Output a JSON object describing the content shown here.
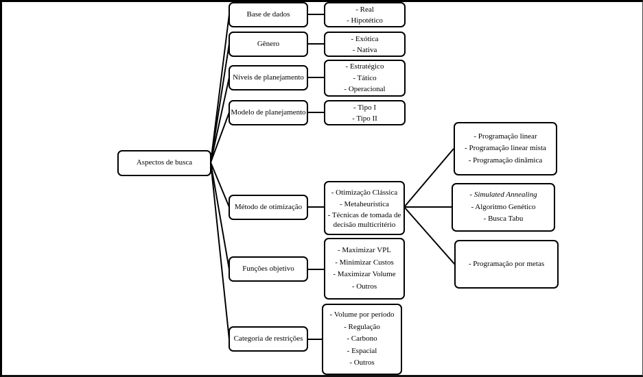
{
  "diagram": {
    "root": "Aspectos de busca",
    "categories": [
      {
        "label": "Base de dados",
        "items": [
          "- Real",
          "- Hipotético"
        ]
      },
      {
        "label": "Gênero",
        "items": [
          "- Exótica",
          "- Nativa"
        ]
      },
      {
        "label": "Níveis de planejamento",
        "items": [
          "- Estratégico",
          "- Tático",
          "- Operacional"
        ]
      },
      {
        "label": "Modelo de planejamento",
        "items": [
          "- Tipo I",
          "- Tipo II"
        ]
      },
      {
        "label": "Método de otimização",
        "items": [
          "- Otimização Clássica",
          "- Metaheurística",
          "- Técnicas de tomada de decisão multicritério"
        ]
      },
      {
        "label": "Funções objetivo",
        "items": [
          "- Maximizar VPL",
          "- Minimizar Custos",
          "- Maximizar Volume",
          "- Outros"
        ]
      },
      {
        "label": "Categoria de restrições",
        "items": [
          "- Volume por período",
          "- Regulação",
          "- Carbono",
          "- Espacial",
          "- Outros"
        ]
      }
    ],
    "method_subgroups": [
      {
        "items": [
          "- Programação linear",
          "- Programação linear mista",
          "- Programação dinâmica"
        ]
      },
      {
        "items": [
          "- Simulated Annealing",
          "- Algoritmo Genético",
          "- Busca Tabu"
        ]
      },
      {
        "items": [
          "- Programação por metas"
        ]
      }
    ]
  }
}
